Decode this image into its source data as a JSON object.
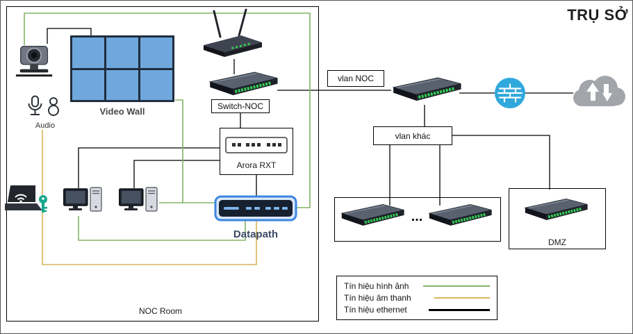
{
  "title": "TRỤ SỞ",
  "noc_room": {
    "label": "NOC Room",
    "video_wall_label": "Video Wall",
    "audio_label": "Audio",
    "switch_label": "Switch-NOC",
    "arora_label": "Arora RXT",
    "datapath_label": "Datapath",
    "video_wall_panels": 6
  },
  "main_site": {
    "vlan_noc_label": "vlan NOC",
    "vlan_other_label": "vlan khác",
    "switch_group_ellipsis": "...",
    "dmz_label": "DMZ"
  },
  "legend": {
    "items": [
      {
        "label": "Tín hiệu hình ảnh",
        "color": "#82b366",
        "signal": "video"
      },
      {
        "label": "Tín hiệu âm thanh",
        "color": "#d6b656",
        "signal": "audio"
      },
      {
        "label": "Tín hiệu ethernet",
        "color": "#000000",
        "signal": "ethernet"
      }
    ]
  },
  "colors": {
    "video_signal": "#82b366",
    "audio_signal": "#d6b656",
    "ethernet_signal": "#000000",
    "video_wall_panel": "#6fa8dc",
    "firewall": "#2fa8dc",
    "cloud": "#a2a6ab",
    "datapath_accent": "#3d85e0",
    "switch_led": "#35d054"
  },
  "icons": {
    "ptz-camera-icon": "camera-body-with-lens",
    "microphone-icon": "outline-mic-pair",
    "laptop-wifi-icon": "laptop-with-wifi-and-key",
    "workstation-icon": "monitor-plus-tower",
    "wireless-router-icon": "access-point-two-antennas",
    "switch-icon": "rack-switch-3d-green-ports",
    "firewall-icon": "blue-circle-brick-wall",
    "cloud-icon": "cloud-with-up-down-arrows"
  }
}
